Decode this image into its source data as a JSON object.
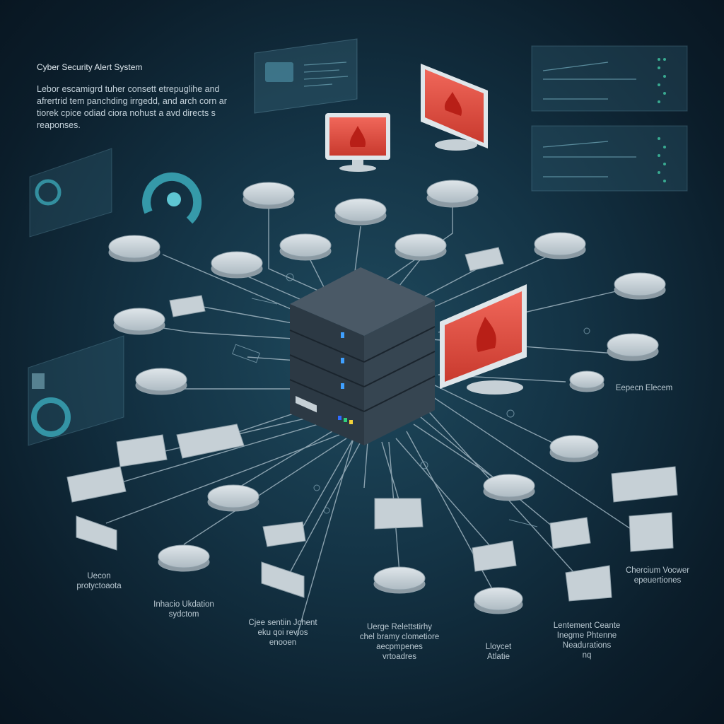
{
  "header": {
    "title": "Cyber Security Alert System",
    "intro_lines": [
      "Lebor escamigrd tuher consett etrepuglihe and",
      "afrertrid tem panchding irrgedd, and arch corn ar",
      "tiorek cpice odiad ciora nohust a avd directs s",
      "reaponses."
    ]
  },
  "labels": {
    "right_mid": "Eepecn Elecem",
    "bottom_left_1": [
      "Uecon",
      "protyctoaota"
    ],
    "bottom_left_2": [
      "Inhacio Ukdation",
      "sydctom"
    ],
    "bottom_center_1": [
      "Cjee sentiin Jchent",
      "eku qoi revios",
      "enooen"
    ],
    "bottom_center_2": [
      "Uerge Relettstirhy",
      "chel bramy clometiore",
      "aecpmpenes",
      "vrtoadres"
    ],
    "bottom_center_3": [
      "Lloycet",
      "Atlatie"
    ],
    "bottom_right_1": [
      "Lentement Ceante",
      "Inegme Phtenne",
      "Neadurations",
      "nq"
    ],
    "bottom_right_2": [
      "Chercium Vocwer",
      "epeuertiones"
    ]
  },
  "colors": {
    "background": "#0b1d2a",
    "alert_red": "#e0473a",
    "node_fill": "#c6d0d6",
    "server_body": "#2f3c47",
    "link": "#9fb4c0",
    "accent_teal": "#3aa5b5"
  }
}
